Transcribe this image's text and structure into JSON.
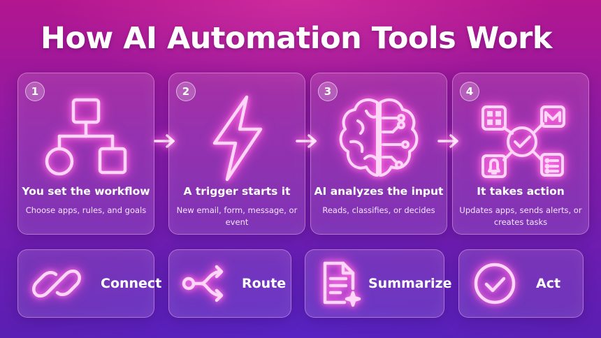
{
  "title": "How AI Automation Tools Work",
  "steps": [
    {
      "number": "1",
      "icon": "workflow-hierarchy-icon",
      "title": "You set the workflow",
      "description": "Choose apps, rules, and goals"
    },
    {
      "number": "2",
      "icon": "lightning-bolt-icon",
      "title": "A trigger starts it",
      "description": "New email, form, message, or event"
    },
    {
      "number": "3",
      "icon": "ai-brain-icon",
      "title": "AI analyzes the input",
      "description": "Reads, classifies, or decides"
    },
    {
      "number": "4",
      "icon": "action-hub-icon",
      "title": "It takes action",
      "description": "Updates apps, sends alerts, or creates tasks"
    }
  ],
  "actions": [
    {
      "label": "Connect",
      "icon": "chain-link-icon"
    },
    {
      "label": "Route",
      "icon": "route-split-icon"
    },
    {
      "label": "Summarize",
      "icon": "document-sparkle-icon"
    },
    {
      "label": "Act",
      "icon": "check-circle-icon"
    }
  ],
  "colors": {
    "background_top": "#b3168f",
    "background_bottom": "#5a1fb3",
    "neon_accent": "#ff7ae6",
    "text": "#ffffff"
  }
}
